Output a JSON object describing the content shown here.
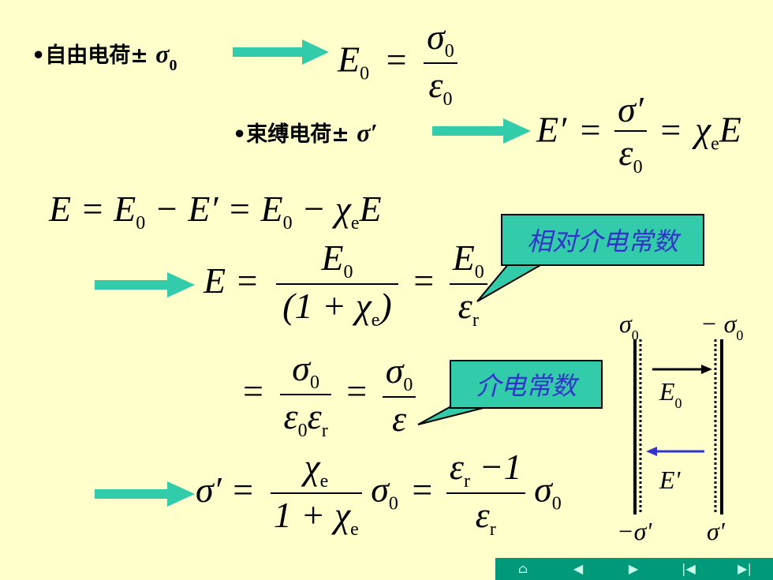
{
  "line1": {
    "bullet": "•",
    "text": "自由电荷±",
    "sigma": "σ",
    "sigma_sub": "0",
    "E": "E",
    "E_sub": "0",
    "equals": "=",
    "num": "σ",
    "num_sub": "0",
    "den": "ε",
    "den_sub": "0"
  },
  "line2": {
    "bullet": "•",
    "text": "束缚电荷±",
    "sigma": "σ′",
    "E": "E′",
    "equals": "=",
    "num": "σ′",
    "den": "ε",
    "den_sub": "0",
    "equals2": "=",
    "chi": "χ",
    "chi_sub": "e",
    "E2": "E"
  },
  "eq3": {
    "text": "E = E",
    "s1": "0",
    "mid": " − E′ = E",
    "s2": "0",
    "minus": " − χ",
    "s3": "e",
    "end": "E"
  },
  "eq4": {
    "lhs": "E =",
    "num": "E",
    "num_sub": "0",
    "den": "(1 + χ",
    "den_sub": "e",
    "den_end": ")",
    "eq": "=",
    "num2": "E",
    "num2_sub": "0",
    "den2": "ε",
    "den2_sub": "r"
  },
  "eq5": {
    "lhs": "=",
    "num": "σ",
    "num_sub": "0",
    "den": "ε",
    "den_sub": "0",
    "den_b": "ε",
    "den_b_sub": "r",
    "eq": "=",
    "num2": "σ",
    "num2_sub": "0",
    "den2": "ε"
  },
  "eq6": {
    "lhs": "σ′ =",
    "num": "χ",
    "num_sub": "e",
    "den": "1 + χ",
    "den_sub": "e",
    "mid": "σ",
    "mid_sub": "0",
    "eq": "=",
    "num2": "ε",
    "num2_sub": "r",
    "num2_end": " −1",
    "den2": "ε",
    "den2_sub": "r",
    "end": "σ",
    "end_sub": "0"
  },
  "callouts": {
    "relative_permittivity": "相对介电常数",
    "permittivity": "介电常数"
  },
  "diagram": {
    "top_left": "σ",
    "top_left_sub": "0",
    "top_right": "− σ",
    "top_right_sub": "0",
    "E0": "E",
    "E0_sub": "0",
    "Eprime": "E'",
    "bottom_left": "−σ'",
    "bottom_right": "σ'"
  },
  "colors": {
    "background": "#ffffcc",
    "arrow": "#33ccaa",
    "callout_text": "#3333cc",
    "navbar": "#00997a",
    "eprime_arrow": "#3333cc"
  },
  "nav": {
    "buttons": [
      {
        "icon": "home-icon",
        "glyph": "⌂"
      },
      {
        "icon": "prev-icon",
        "glyph": "◀"
      },
      {
        "icon": "next-icon",
        "glyph": "▶"
      },
      {
        "icon": "first-icon",
        "glyph": "|◀"
      },
      {
        "icon": "last-icon",
        "glyph": "▶|"
      }
    ]
  }
}
